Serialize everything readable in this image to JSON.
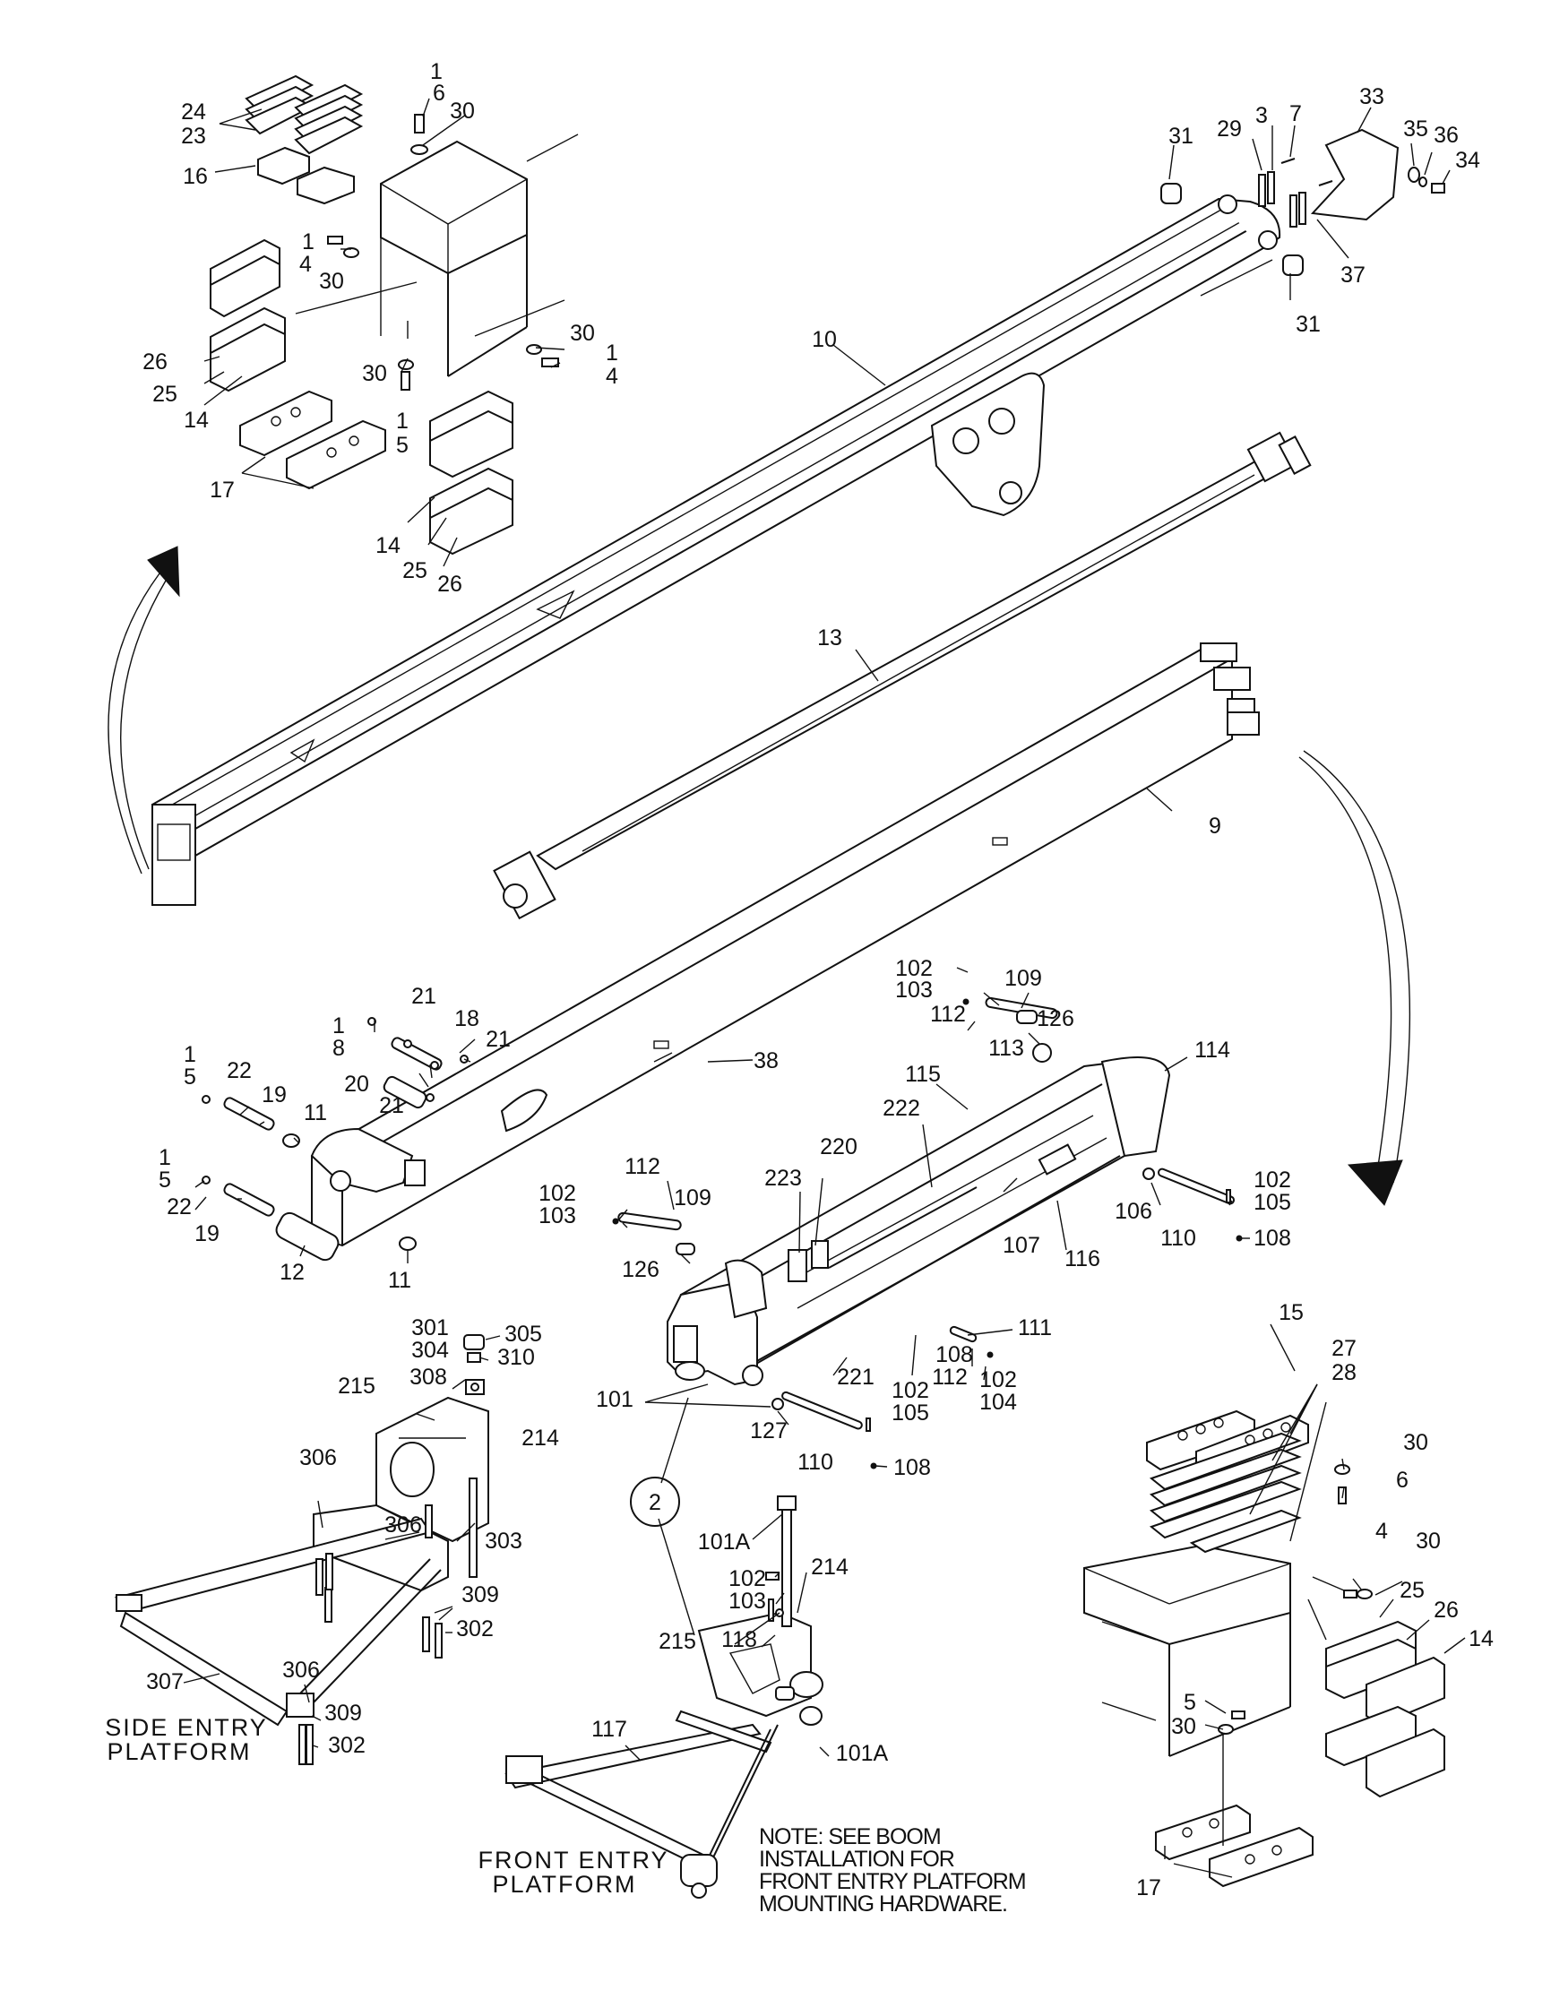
{
  "callouts": {
    "c1a": "1",
    "c6a": "6",
    "c30a": "30",
    "c24": "24",
    "c23": "23",
    "c16": "16",
    "c1b": "1",
    "c4b": "4",
    "c30b": "30",
    "c26a": "26",
    "c25a": "25",
    "c14a": "14",
    "c30c": "30",
    "c1c": "1",
    "c5c": "5",
    "c17a": "17",
    "c30d": "30",
    "c1d": "1",
    "c4d": "4",
    "c14b": "14",
    "c25b": "25",
    "c26b": "26",
    "c10": "10",
    "c31a": "31",
    "c29": "29",
    "c3": "3",
    "c7": "7",
    "c33": "33",
    "c35": "35",
    "c36": "36",
    "c34": "34",
    "c37": "37",
    "c31b": "31",
    "c13": "13",
    "c9": "9",
    "c21a": "21",
    "c18": "18",
    "c1e": "1",
    "c8": "8",
    "c21b": "21",
    "c20": "20",
    "c21c": "21",
    "c1f": "1",
    "c5f": "5",
    "c22a": "22",
    "c19a": "19",
    "c11a": "11",
    "c1g": "1",
    "c5g": "5",
    "c22b": "22",
    "c19b": "19",
    "c12": "12",
    "c11b": "11",
    "c38": "38",
    "c102a": "102",
    "c103a": "103",
    "c112a": "112",
    "c109a": "109",
    "c126a": "126",
    "c113": "113",
    "c114": "114",
    "c115": "115",
    "c222": "222",
    "c220": "220",
    "c223": "223",
    "c112b": "112",
    "c109b": "109",
    "c102b": "102",
    "c103b": "103",
    "c126b": "126",
    "c107": "107",
    "c116": "116",
    "c106": "106",
    "c102c": "102",
    "c105a": "105",
    "c110a": "110",
    "c108a": "108",
    "c221": "221",
    "c111": "111",
    "c108b": "108",
    "c112c": "112",
    "c102d": "102",
    "c104": "104",
    "c101a": "101",
    "c102e": "102",
    "c105b": "105",
    "c127": "127",
    "c110b": "110",
    "c108c": "108",
    "c301": "301",
    "c305": "305",
    "c304": "304",
    "c310": "310",
    "c308": "308",
    "c215a": "215",
    "c214a": "214",
    "c306a": "306",
    "c306b": "306",
    "c303": "303",
    "c309a": "309",
    "c302a": "302",
    "c306c": "306",
    "c307": "307",
    "c309b": "309",
    "c302b": "302",
    "c2": "2",
    "c101Aa": "101A",
    "c102f": "102",
    "c103c": "103",
    "c214b": "214",
    "c215b": "215",
    "c118": "118",
    "c117": "117",
    "c101Ab": "101A",
    "c15": "15",
    "c27": "27",
    "c28": "28",
    "c30e": "30",
    "c6e": "6",
    "c4e": "4",
    "c30f": "30",
    "c25c": "25",
    "c26c": "26",
    "c14c": "14",
    "c5h": "5",
    "c30g": "30",
    "c17b": "17"
  },
  "captions": {
    "side_entry_1": "SIDE  ENTRY",
    "side_entry_2": "PLATFORM",
    "front_entry_1": "FRONT  ENTRY",
    "front_entry_2": "PLATFORM",
    "note_1": "NOTE: SEE BOOM",
    "note_2": "INSTALLATION FOR",
    "note_3": "FRONT ENTRY PLATFORM",
    "note_4": "MOUNTING HARDWARE."
  }
}
